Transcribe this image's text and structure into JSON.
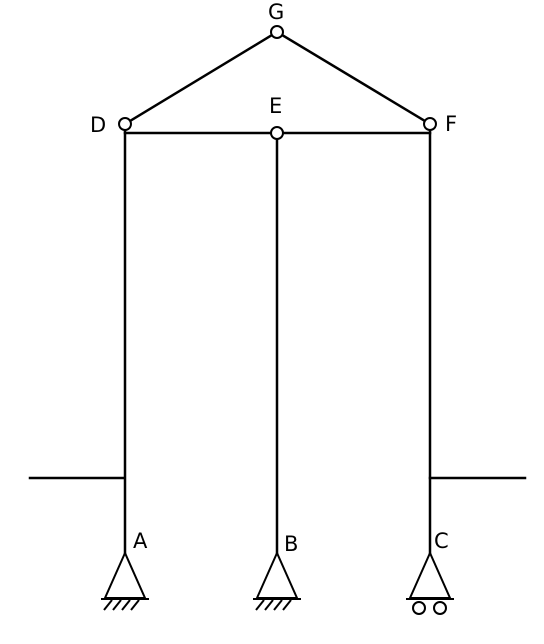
{
  "labels": {
    "G": "G",
    "D": "D",
    "E": "E",
    "F": "F",
    "A": "A",
    "B": "B",
    "C": "C"
  },
  "supports": {
    "A": "pinned",
    "B": "pinned",
    "C": "roller"
  },
  "colors": {
    "stroke": "#000000",
    "background": "#ffffff"
  }
}
